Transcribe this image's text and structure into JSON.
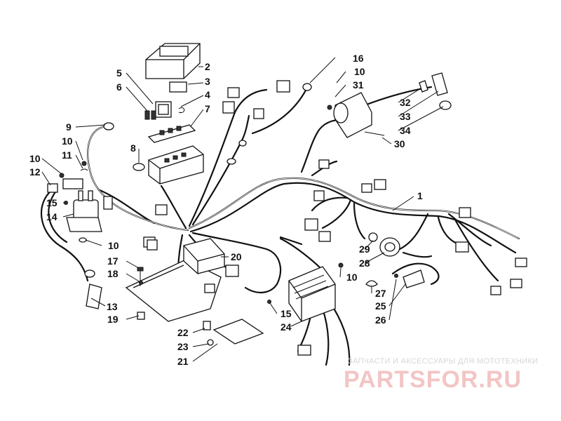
{
  "watermark": {
    "tagline": "ЗАПЧАСТИ И АКСЕССУАРЫ ДЛЯ МОТОТЕХНИКИ",
    "logo": "PARTSFOR.RU",
    "color": "#f3c5c5"
  },
  "callouts": [
    "2",
    "3",
    "4",
    "5",
    "6",
    "7",
    "8",
    "9",
    "10",
    "10",
    "10",
    "10",
    "10",
    "11",
    "12",
    "13",
    "14",
    "15",
    "15",
    "16",
    "17",
    "18",
    "19",
    "20",
    "21",
    "22",
    "23",
    "24",
    "25",
    "26",
    "27",
    "28",
    "29",
    "30",
    "31",
    "32",
    "33",
    "34",
    "1"
  ]
}
